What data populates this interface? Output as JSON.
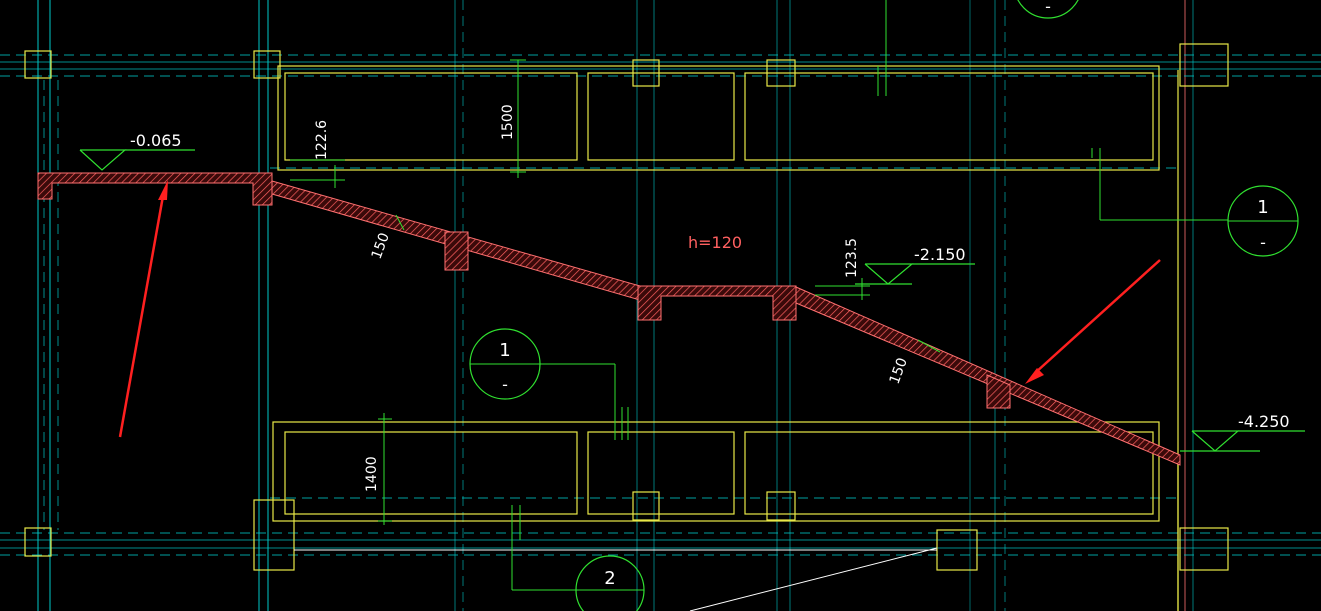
{
  "drawing": {
    "elevations": {
      "top": "-0.065",
      "middle": "-2.150",
      "bottom": "-4.250"
    },
    "dimensions": {
      "d_122_6": "122.6",
      "d_1500": "1500",
      "d_150_upper": "150",
      "d_123_5": "123.5",
      "d_150_lower": "150",
      "d_1400": "1400"
    },
    "slab_thickness_label": "h=120",
    "section_markers": [
      {
        "number": "1",
        "suffix": "-"
      },
      {
        "number": "1",
        "suffix": "-"
      },
      {
        "number": "2",
        "suffix": ""
      },
      {
        "number": "",
        "suffix": "-"
      }
    ]
  },
  "colors": {
    "background": "#000000",
    "grid_cyan": "#00c8c8",
    "yellow": "#e8e848",
    "green": "#30e030",
    "red": "#ff5050",
    "hatch_pink": "#ff7070",
    "white": "#ffffff",
    "arrow_red": "#ff2020"
  }
}
